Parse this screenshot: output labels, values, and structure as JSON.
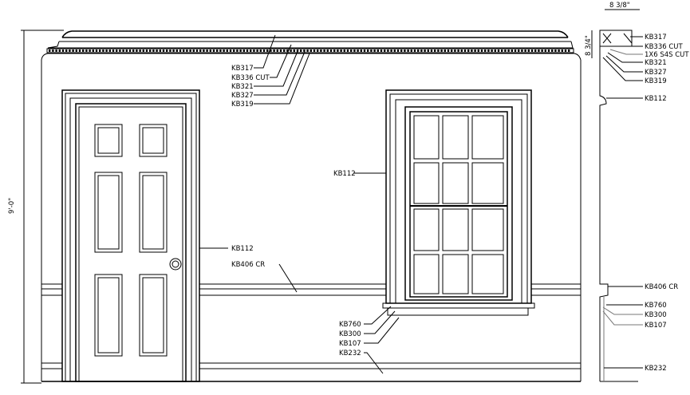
{
  "dimensions": {
    "overall_height": "9'-0\"",
    "cornice_width": "8 3/8\"",
    "cornice_height": "8 3/4\""
  },
  "cornice_labels": [
    "KB317",
    "KB336 CUT",
    "KB321",
    "KB327",
    "KB319"
  ],
  "section_labels": {
    "cornice": [
      "KB317",
      "KB336 CUT",
      "1X6 S4S CUT",
      "KB321",
      "KB327",
      "KB319"
    ],
    "casing": "KB112",
    "chair_rail": "KB406 CR",
    "sill": [
      "KB760",
      "KB300",
      "KB107"
    ],
    "base": "KB232"
  },
  "door_casing_label": "KB112",
  "chair_rail_label": "KB406 CR",
  "window_casing_label": "KB112",
  "window_sill_labels": [
    "KB760",
    "KB300",
    "KB107",
    "KB232"
  ],
  "colors": {
    "line": "#000000",
    "leader_gray": "#777777",
    "background": "#ffffff"
  }
}
